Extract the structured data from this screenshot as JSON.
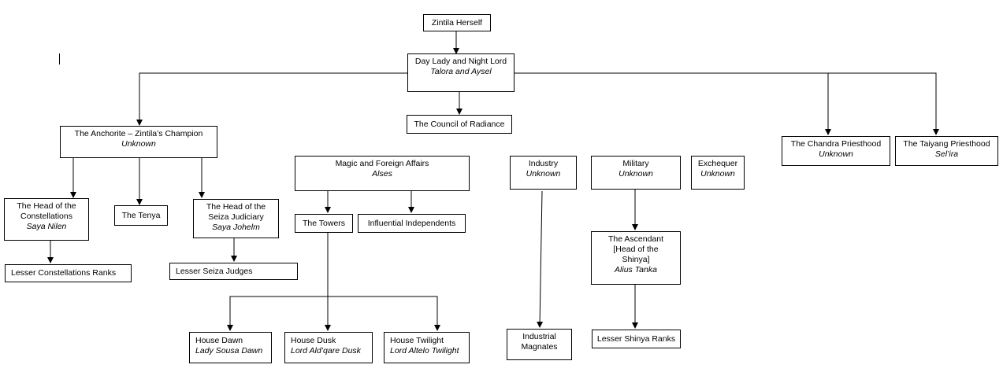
{
  "org_chart": {
    "zintila": {
      "line1": "Zintila Herself"
    },
    "day_night": {
      "line1": "Day Lady and Night Lord",
      "line2": "Talora and Aysel"
    },
    "council": {
      "line1": "The Council of Radiance"
    },
    "anchorite": {
      "line1": "The Anchorite – Zintila’s Champion",
      "line2": "Unknown"
    },
    "constellations_head": {
      "line1": "The Head of the",
      "line2": "Constellations",
      "line3": "Saya Nilen"
    },
    "tenya": {
      "line1": "The Tenya"
    },
    "seiza_head": {
      "line1": "The Head of the",
      "line2": "Seiza Judiciary",
      "line3": "Saya Johelm"
    },
    "lesser_constellations": {
      "line1": "Lesser Constellations Ranks"
    },
    "lesser_seiza": {
      "line1": "Lesser Seiza Judges"
    },
    "magic": {
      "line1": "Magic and Foreign Affairs",
      "line2": "Alses"
    },
    "towers": {
      "line1": "The Towers"
    },
    "independents": {
      "line1": "Influential Independents"
    },
    "house_dawn": {
      "line1": "House Dawn",
      "line2": "Lady Sousa Dawn"
    },
    "house_dusk": {
      "line1": "House Dusk",
      "line2": "Lord Ald’qare Dusk"
    },
    "house_twilight": {
      "line1": "House Twilight",
      "line2": "Lord Altelo Twilight"
    },
    "industry": {
      "line1": "Industry",
      "line2": "Unknown"
    },
    "magnates": {
      "line1": "Industrial",
      "line2": "Magnates"
    },
    "military": {
      "line1": "Military",
      "line2": "Unknown"
    },
    "exchequer": {
      "line1": "Exchequer",
      "line2": "Unknown"
    },
    "ascendant": {
      "line1": "The Ascendant",
      "line2": "[Head of the",
      "line3": "Shinya]",
      "line4": "Alius Tanka"
    },
    "lesser_shinya": {
      "line1": "Lesser Shinya Ranks"
    },
    "chandra": {
      "line1": "The Chandra Priesthood",
      "line2": "Unknown"
    },
    "taiyang": {
      "line1": "The Taiyang Priesthood",
      "line2": "Sel’ira"
    }
  }
}
